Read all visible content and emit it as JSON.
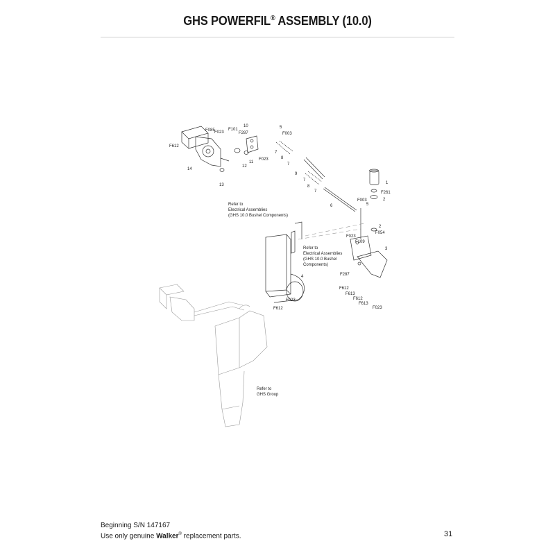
{
  "header": {
    "title_main": "GHS POWERFIL",
    "title_reg": "®",
    "title_rest": " ASSEMBLY (10.0)"
  },
  "footer": {
    "serial": "Beginning S/N 147167",
    "line2_pre": "Use only genuine ",
    "line2_brand": "Walker",
    "line2_reg": "®",
    "line2_post": " replacement parts.",
    "page_number": "31"
  },
  "callouts": {
    "c_F085": "F085",
    "c_F023a": "F023",
    "c_F101": "F101",
    "c_10": "10",
    "c_F287a": "F287",
    "c_5a": "5",
    "c_F003a": "F003",
    "c_F612a": "F612",
    "c_14": "14",
    "c_12": "12",
    "c_11": "11",
    "c_F023b": "F023",
    "c_7a": "7",
    "c_8a": "8",
    "c_7b": "7",
    "c_13": "13",
    "c_9": "9",
    "c_7c": "7",
    "c_8b": "8",
    "c_7d": "7",
    "c_6": "6",
    "c_1": "1",
    "c_F261": "F261",
    "c_2a": "2",
    "c_F003b": "F003",
    "c_5b": "5",
    "c_2b": "2",
    "c_F054": "F054",
    "c_F023c": "F023",
    "c_F109": "F109",
    "c_3": "3",
    "c_F287b": "F287",
    "c_F612b": "F612",
    "c_F613a": "F613",
    "c_F612c": "F612",
    "c_F613b": "F613",
    "c_F023d": "F023",
    "c_4": "4",
    "c_F023e": "F023",
    "c_F612d": "F612"
  },
  "notes": {
    "elec1": [
      "Refer to",
      "Electrical Assemblies",
      "(GHS 10.0 Bushel Components)"
    ],
    "elec2": [
      "Refer to",
      "Electrical Assemblies",
      "(GHS 10.0 Bushel",
      "Components)"
    ],
    "ghs": [
      "Refer to",
      "GHS Group"
    ]
  }
}
